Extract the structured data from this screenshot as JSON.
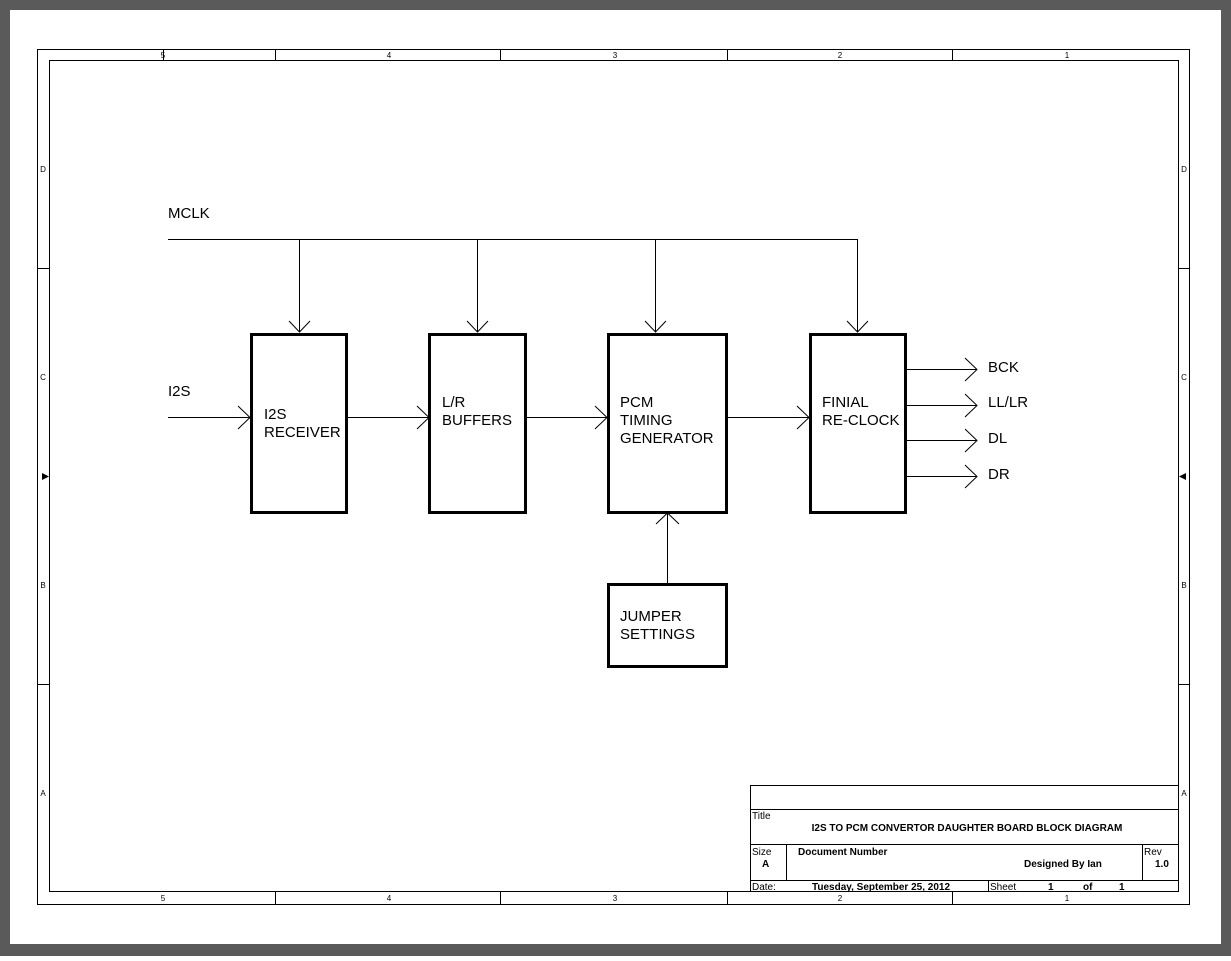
{
  "frame": {
    "col_labels": [
      "5",
      "4",
      "3",
      "2",
      "1"
    ],
    "row_labels": [
      "D",
      "C",
      "B",
      "A"
    ]
  },
  "signals": {
    "mclk": "MCLK",
    "i2s": "I2S",
    "outputs": [
      "BCK",
      "LL/LR",
      "DL",
      "DR"
    ]
  },
  "blocks": {
    "i2s_receiver": [
      "I2S",
      "RECEIVER"
    ],
    "lr_buffers": [
      "L/R",
      "BUFFERS"
    ],
    "pcm_timing_generator": [
      "PCM",
      "TIMING",
      "GENERATOR"
    ],
    "finial_reclock": [
      "FINIAL",
      "RE-CLOCK"
    ],
    "jumper_settings": [
      "JUMPER",
      "SETTINGS"
    ]
  },
  "title_block": {
    "title_label": "Title",
    "title": "I2S TO PCM CONVERTOR DAUGHTER BOARD BLOCK DIAGRAM",
    "size_label": "Size",
    "size": "A",
    "doc_number_label": "Document Number",
    "designed_by": "Designed By Ian",
    "rev_label": "Rev",
    "rev": "1.0",
    "date_label": "Date:",
    "date": "Tuesday, September 25, 2012",
    "sheet_label": "Sheet",
    "sheet": "1",
    "of_label": "of",
    "sheet_total": "1"
  },
  "colors": {
    "window_border": "#5a5a5a",
    "line": "#000000",
    "paper": "#ffffff"
  }
}
